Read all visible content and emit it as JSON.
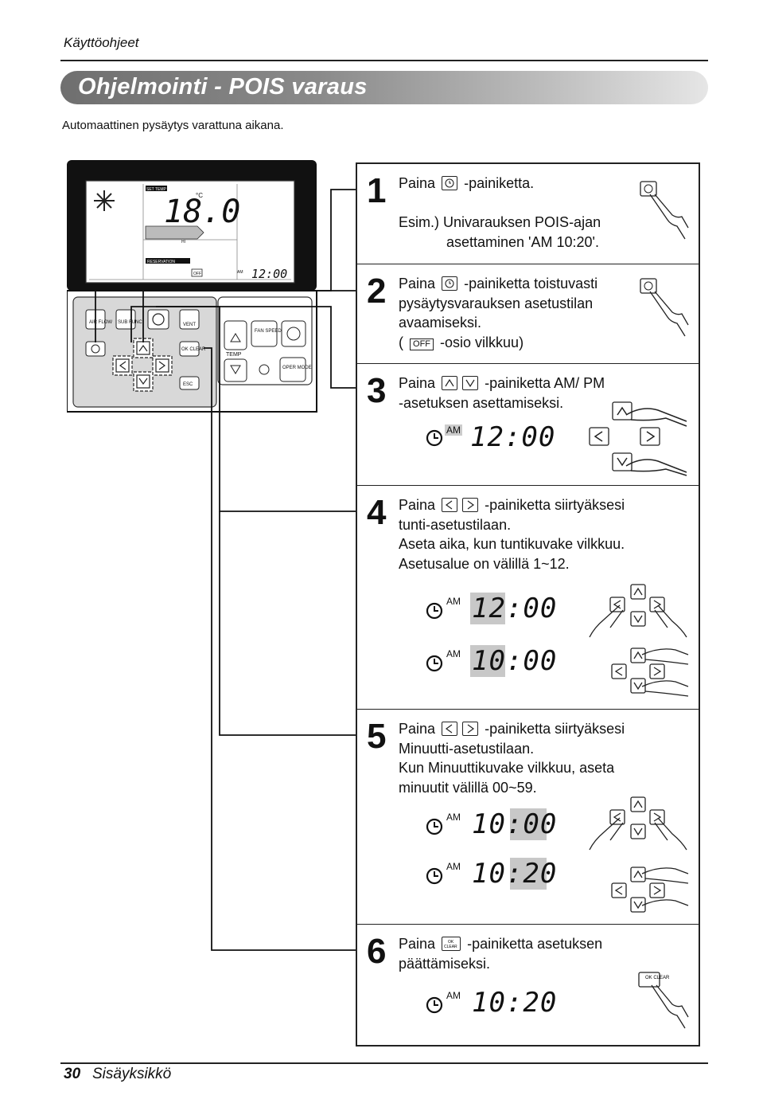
{
  "header": {
    "section_label": "Käyttöohjeet"
  },
  "title": "Ohjelmointi - POIS varaus",
  "intro": "Automaattinen pysäytys varattuna aikana.",
  "remote": {
    "display": {
      "set_temp_label": "SET TEMP",
      "temp_value": "18.0",
      "temp_unit": "°C",
      "fan_label": "HI",
      "reservation_label": "RESERVATION",
      "off_label": "OFF",
      "ampm": "AM",
      "time": "12:00"
    },
    "buttons": {
      "air_flow": "AIR FLOW",
      "sub_func": "SUB FUNC",
      "vent": "VENT",
      "ok_clear": "OK CLEAR",
      "esc": "ESC",
      "temp": "TEMP",
      "fan_speed": "FAN SPEED",
      "oper_mode": "OPER MODE"
    }
  },
  "steps": [
    {
      "num": "1",
      "pre": "Paina",
      "post": "-painiketta.",
      "example": "Esim.) Univarauksen POIS-ajan",
      "example2": "asettaminen 'AM 10:20'."
    },
    {
      "num": "2",
      "pre": "Paina",
      "post": "-painiketta toistuvasti",
      "line2": "pysäytysvarauksen asetustilan",
      "line3": "avaamiseksi.",
      "line4_pre": "(",
      "line4_box": "OFF",
      "line4_post": "-osio vilkkuu)"
    },
    {
      "num": "3",
      "pre": "Paina",
      "post": "-painiketta AM/ PM",
      "line2": "-asetuksen asettamiseksi.",
      "display": {
        "ampm": "AM",
        "time": "12:00"
      }
    },
    {
      "num": "4",
      "pre": "Paina",
      "post": "-painiketta siirtyäksesi",
      "line2": "tunti-asetustilaan.",
      "line3": "Aseta aika, kun tuntikuvake vilkkuu.",
      "line4": "Asetusalue on välillä 1~12.",
      "displays": [
        {
          "ampm": "AM",
          "time": "12:00"
        },
        {
          "ampm": "AM",
          "time": "10:00"
        }
      ]
    },
    {
      "num": "5",
      "pre": "Paina",
      "post": "-painiketta siirtyäksesi",
      "line2": "Minuutti-asetustilaan.",
      "line3": "Kun Minuuttikuvake vilkkuu, aseta",
      "line4": "minuutit välillä 00~59.",
      "displays": [
        {
          "ampm": "AM",
          "time": "10:00"
        },
        {
          "ampm": "AM",
          "time": "10:20"
        }
      ]
    },
    {
      "num": "6",
      "pre": "Paina",
      "post": "-painiketta asetuksen",
      "line2": "päättämiseksi.",
      "button_label": "OK CLEAR",
      "display": {
        "ampm": "AM",
        "time": "10:20"
      }
    }
  ],
  "footer": {
    "page_number": "30",
    "label": "Sisäyksikkö"
  }
}
